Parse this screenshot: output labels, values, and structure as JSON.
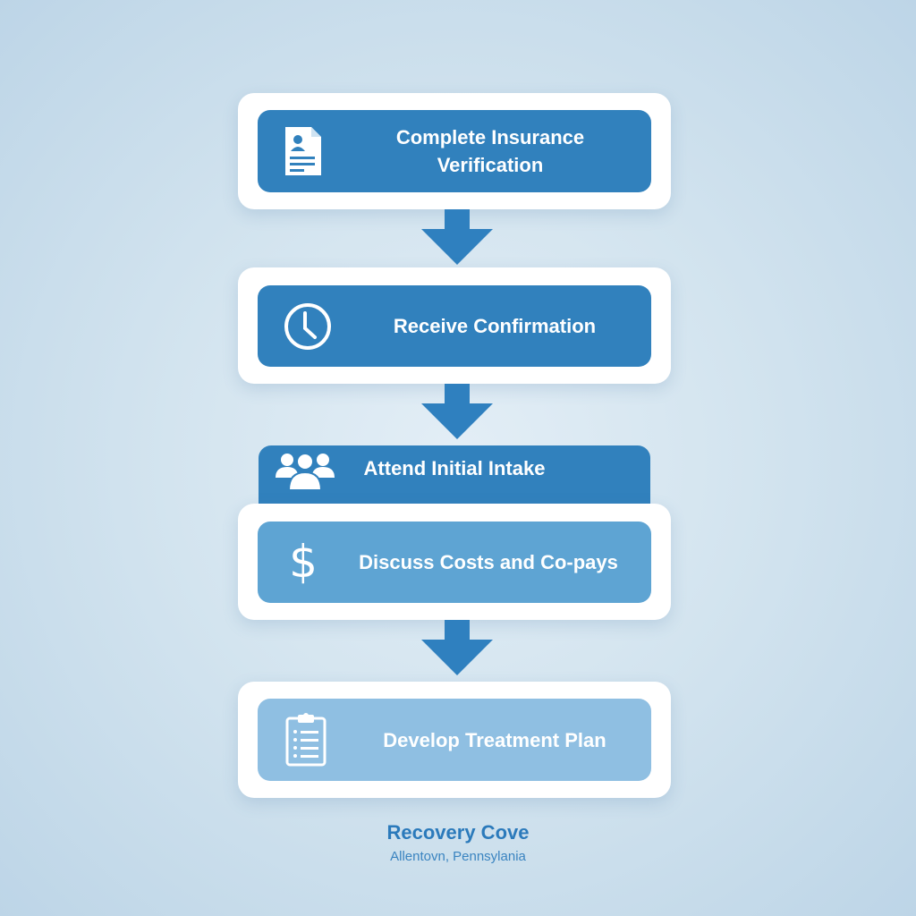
{
  "colors": {
    "step_dark": "#3181bd",
    "step_medium": "#5ea4d3",
    "step_light": "#8fbfe2",
    "arrow": "#2f80bf",
    "card": "#ffffff",
    "footer_text": "#2b7abb"
  },
  "steps": [
    {
      "label": "Complete Insurance Verification",
      "icon": "document-person-icon"
    },
    {
      "label": "Receive Confirmation",
      "icon": "clock-icon"
    },
    {
      "label": "Attend Initial Intake",
      "icon": "group-people-icon"
    },
    {
      "label": "Discuss Costs and Co-pays",
      "icon": "dollar-icon"
    },
    {
      "label": "Develop Treatment Plan",
      "icon": "clipboard-icon"
    }
  ],
  "footer": {
    "title": "Recovery Cove",
    "subtitle": "Allentovn, Pennsylania"
  }
}
